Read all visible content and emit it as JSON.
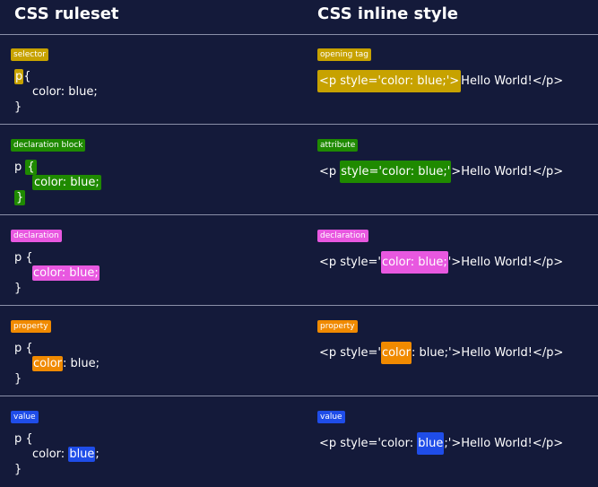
{
  "headers": {
    "left": "CSS ruleset",
    "right": "CSS inline style"
  },
  "colors": {
    "selector": "#c7a200",
    "declaration_block": "#1f8a00",
    "declaration": "#e858e0",
    "property": "#f08a00",
    "value": "#1f4de8",
    "background": "#141a3a"
  },
  "code": {
    "p": "p",
    "open_brace": "{",
    "close_brace": "}",
    "color_decl": "color: blue;",
    "color_prop": "color",
    "colon_sp": ": ",
    "blue_semi": " blue;",
    "blue": "blue",
    "semi": ";",
    "tag_open": "<p",
    "space": " ",
    "style_attr": "style='color: blue;'",
    "style_eq_q": "style='",
    "q_close": "'",
    "gt_hello": ">Hello World!</p>",
    "full_open_tag": "<p style='color: blue;'>",
    "hello": "Hello World!</p>",
    "color_q": "color",
    "colon_blue_q": ": blue;'",
    "style_color_colon": "style='color: ",
    "semi_q": ";'"
  },
  "rows": [
    {
      "left_label": "selector",
      "right_label": "opening tag"
    },
    {
      "left_label": "declaration block",
      "right_label": "attribute"
    },
    {
      "left_label": "declaration",
      "right_label": "declaration"
    },
    {
      "left_label": "property",
      "right_label": "property"
    },
    {
      "left_label": "value",
      "right_label": "value"
    }
  ]
}
